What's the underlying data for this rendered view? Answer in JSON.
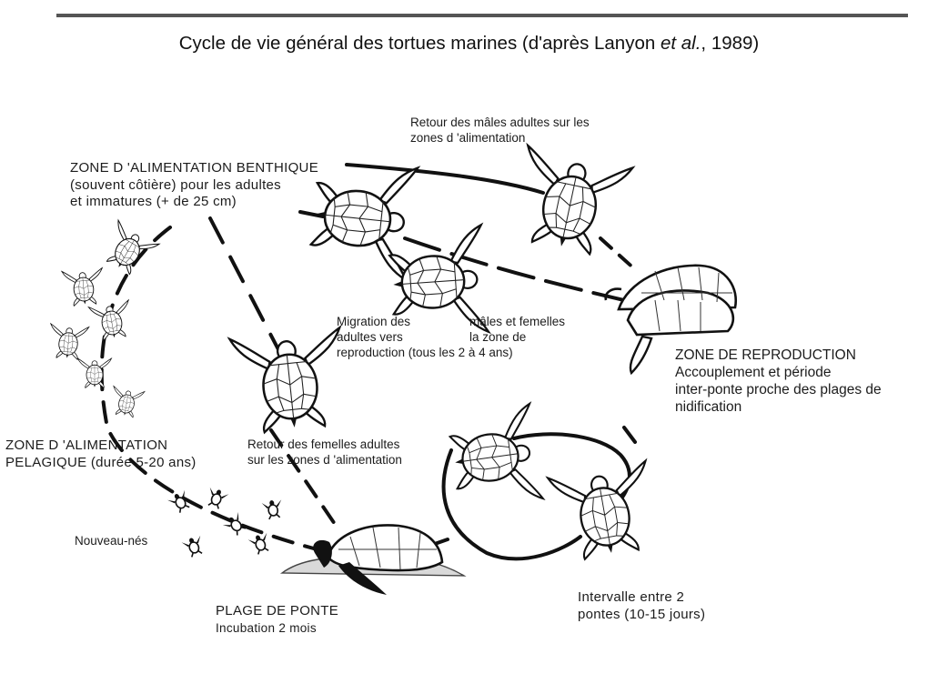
{
  "title": {
    "main": "Cycle de vie général des tortues marines (d'après Lanyon ",
    "italic": "et al.",
    "end": ", 1989)"
  },
  "labels": {
    "retour_males": [
      "Retour des mâles adultes sur les",
      "zones  d 'alimentation"
    ],
    "zone_benthique": [
      "ZONE D 'ALIMENTATION BENTHIQUE",
      "(souvent côtière) pour les adultes",
      "et immatures (+ de 25 cm)"
    ],
    "migration_left": [
      "Migration des",
      "adultes vers",
      "reproduction (tous les 2 à 4 ans)"
    ],
    "migration_right": [
      "mâles et femelles",
      "la zone de"
    ],
    "zone_reproduction": [
      "ZONE DE REPRODUCTION",
      "Accouplement et période",
      "inter-ponte proche des plages de",
      "nidification"
    ],
    "zone_pelagique": [
      "ZONE D 'ALIMENTATION",
      "PELAGIQUE (durée 5-20 ans)"
    ],
    "retour_femelles": [
      "Retour des femelles adultes",
      "sur les zones d 'alimentation"
    ],
    "nouveau_nes": "Nouveau-nés",
    "plage_ponte": [
      "PLAGE DE PONTE",
      "Incubation 2 mois"
    ],
    "intervalle": [
      "Intervalle entre 2",
      "pontes (10-15 jours)"
    ]
  },
  "colors": {
    "ink": "#111111",
    "shell": "#ffffff",
    "rule": "#555555"
  }
}
